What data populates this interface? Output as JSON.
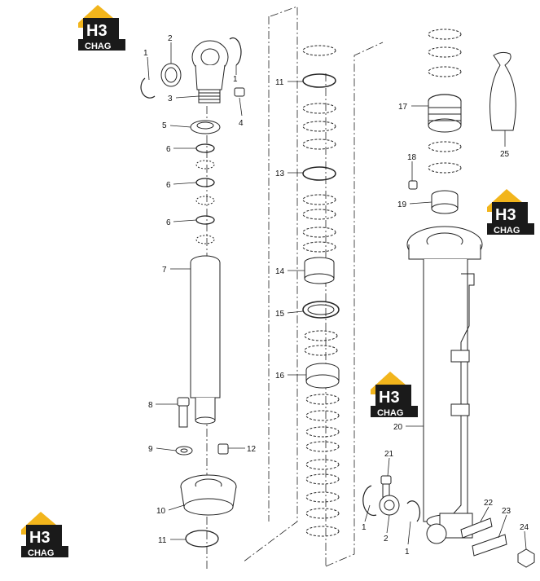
{
  "logo": {
    "main": "H3",
    "sub": "CHAG"
  },
  "labels": {
    "p1a": "1",
    "p2a": "2",
    "p3": "3",
    "p1b": "1",
    "p4": "4",
    "p5": "5",
    "p6a": "6",
    "p6b": "6",
    "p6c": "6",
    "p7": "7",
    "p8": "8",
    "p9": "9",
    "p12": "12",
    "p10": "10",
    "p11a": "11",
    "p11b": "11",
    "p13": "13",
    "p14": "14",
    "p15": "15",
    "p16": "16",
    "p17": "17",
    "p18": "18",
    "p19": "19",
    "p25": "25",
    "p20": "20",
    "p21": "21",
    "p1c": "1",
    "p2b": "2",
    "p1d": "1",
    "p22": "22",
    "p23": "23",
    "p24": "24"
  },
  "colors": {
    "line": "#222222",
    "logo_gold": "#f2b51c",
    "logo_dark": "#1a1a1a",
    "logo_white": "#ffffff"
  }
}
